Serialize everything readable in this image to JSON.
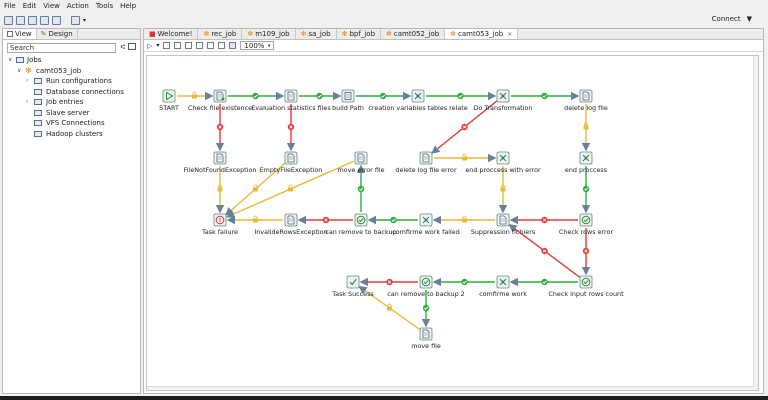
{
  "menu": [
    "File",
    "Edit",
    "View",
    "Action",
    "Tools",
    "Help"
  ],
  "connect": {
    "label": "Connect",
    "caret": "▼"
  },
  "left_panel": {
    "tabs": [
      {
        "label": "View",
        "icon": "view-icon"
      },
      {
        "label": "Design",
        "icon": "pencil-icon"
      }
    ],
    "search_placeholder": "Search",
    "tree": {
      "root": "Jobs",
      "job": "camt053_job",
      "children": [
        "Run configurations",
        "Database connections",
        "Job entries",
        "Slave server",
        "VFS Connections",
        "Hadoop clusters"
      ]
    }
  },
  "tabs": [
    {
      "label": "Welcome!",
      "active": false,
      "closable": false
    },
    {
      "label": "rec_job",
      "active": false,
      "closable": false
    },
    {
      "label": "m109_job",
      "active": false,
      "closable": false
    },
    {
      "label": "sa_job",
      "active": false,
      "closable": false
    },
    {
      "label": "bpf_job",
      "active": false,
      "closable": false
    },
    {
      "label": "camt052_job",
      "active": false,
      "closable": false
    },
    {
      "label": "camt053_job",
      "active": true,
      "closable": true
    }
  ],
  "zoom": "100%",
  "colors": {
    "ok": "#2eae3a",
    "error": "#e33b3b",
    "unconditional": "#e8b93b",
    "hop": "#6a7f9a"
  },
  "nodes": [
    {
      "id": "start",
      "label": "START",
      "icon": "start-icon"
    },
    {
      "id": "check_file",
      "label": "Check file existence",
      "icon": "file-check-icon"
    },
    {
      "id": "eval_stats",
      "label": "Evaluation statistics files",
      "icon": "file-icon"
    },
    {
      "id": "build_path",
      "label": "build Path",
      "icon": "script-icon"
    },
    {
      "id": "create_vars",
      "label": "creation variables tables relate",
      "icon": "transform-icon"
    },
    {
      "id": "do_transform",
      "label": "Do Transformation",
      "icon": "transform-icon"
    },
    {
      "id": "delete_log",
      "label": "delete log file",
      "icon": "file-icon"
    },
    {
      "id": "file_not_found",
      "label": "FileNotFoundException",
      "icon": "file-icon"
    },
    {
      "id": "empty_file",
      "label": "EmptyFileException",
      "icon": "file-icon"
    },
    {
      "id": "move_error",
      "label": "move error file",
      "icon": "file-icon"
    },
    {
      "id": "delete_log_error",
      "label": "delete log file error",
      "icon": "file-icon"
    },
    {
      "id": "end_process_error",
      "label": "end proccess with error",
      "icon": "transform-icon"
    },
    {
      "id": "end_process",
      "label": "end proccess",
      "icon": "transform-icon"
    },
    {
      "id": "task_failure",
      "label": "Task failure",
      "icon": "failure-icon"
    },
    {
      "id": "invalid_rows",
      "label": "InvalideRowsException",
      "icon": "file-icon"
    },
    {
      "id": "can_remove",
      "label": "can remove to backup",
      "icon": "success-icon"
    },
    {
      "id": "confirm_failed",
      "label": "comfirme work failed",
      "icon": "transform-icon"
    },
    {
      "id": "suppression",
      "label": "Suppression fichiers",
      "icon": "file-icon"
    },
    {
      "id": "check_rows_error",
      "label": "Check rows error",
      "icon": "success-icon"
    },
    {
      "id": "task_success",
      "label": "Task Success",
      "icon": "check-icon"
    },
    {
      "id": "can_remove_2",
      "label": "can remove to backup 2",
      "icon": "success-icon"
    },
    {
      "id": "confirm_work",
      "label": "comfirme work",
      "icon": "transform-icon"
    },
    {
      "id": "check_input",
      "label": "Check input rows count",
      "icon": "success-icon"
    },
    {
      "id": "move_file",
      "label": "move file",
      "icon": "file-icon"
    }
  ],
  "hops": [
    {
      "from": "start",
      "to": "check_file",
      "type": "unconditional"
    },
    {
      "from": "check_file",
      "to": "eval_stats",
      "type": "ok"
    },
    {
      "from": "eval_stats",
      "to": "build_path",
      "type": "ok"
    },
    {
      "from": "build_path",
      "to": "create_vars",
      "type": "ok"
    },
    {
      "from": "create_vars",
      "to": "do_transform",
      "type": "ok"
    },
    {
      "from": "do_transform",
      "to": "delete_log",
      "type": "ok"
    },
    {
      "from": "check_file",
      "to": "file_not_found",
      "type": "error"
    },
    {
      "from": "eval_stats",
      "to": "empty_file",
      "type": "error"
    },
    {
      "from": "do_transform",
      "to": "delete_log_error",
      "type": "error"
    },
    {
      "from": "delete_log_error",
      "to": "end_process_error",
      "type": "unconditional"
    },
    {
      "from": "end_process_error",
      "to": "suppression",
      "type": "unconditional"
    },
    {
      "from": "delete_log",
      "to": "end_process",
      "type": "unconditional"
    },
    {
      "from": "end_process",
      "to": "check_rows_error",
      "type": "ok"
    },
    {
      "from": "file_not_found",
      "to": "task_failure",
      "type": "unconditional"
    },
    {
      "from": "empty_file",
      "to": "task_failure",
      "type": "unconditional"
    },
    {
      "from": "move_error",
      "to": "task_failure",
      "type": "unconditional"
    },
    {
      "from": "invalid_rows",
      "to": "task_failure",
      "type": "unconditional"
    },
    {
      "from": "can_remove",
      "to": "move_error",
      "type": "ok"
    },
    {
      "from": "can_remove",
      "to": "invalid_rows",
      "type": "error"
    },
    {
      "from": "confirm_failed",
      "to": "can_remove",
      "type": "ok"
    },
    {
      "from": "suppression",
      "to": "confirm_failed",
      "type": "unconditional"
    },
    {
      "from": "check_rows_error",
      "to": "suppression",
      "type": "error"
    },
    {
      "from": "check_rows_error",
      "to": "check_input",
      "type": "error"
    },
    {
      "from": "check_input",
      "to": "suppression",
      "type": "error"
    },
    {
      "from": "check_input",
      "to": "confirm_work",
      "type": "ok"
    },
    {
      "from": "confirm_work",
      "to": "can_remove_2",
      "type": "ok"
    },
    {
      "from": "can_remove_2",
      "to": "task_success",
      "type": "error"
    },
    {
      "from": "can_remove_2",
      "to": "move_file",
      "type": "ok"
    },
    {
      "from": "move_file",
      "to": "task_success",
      "type": "unconditional"
    }
  ]
}
